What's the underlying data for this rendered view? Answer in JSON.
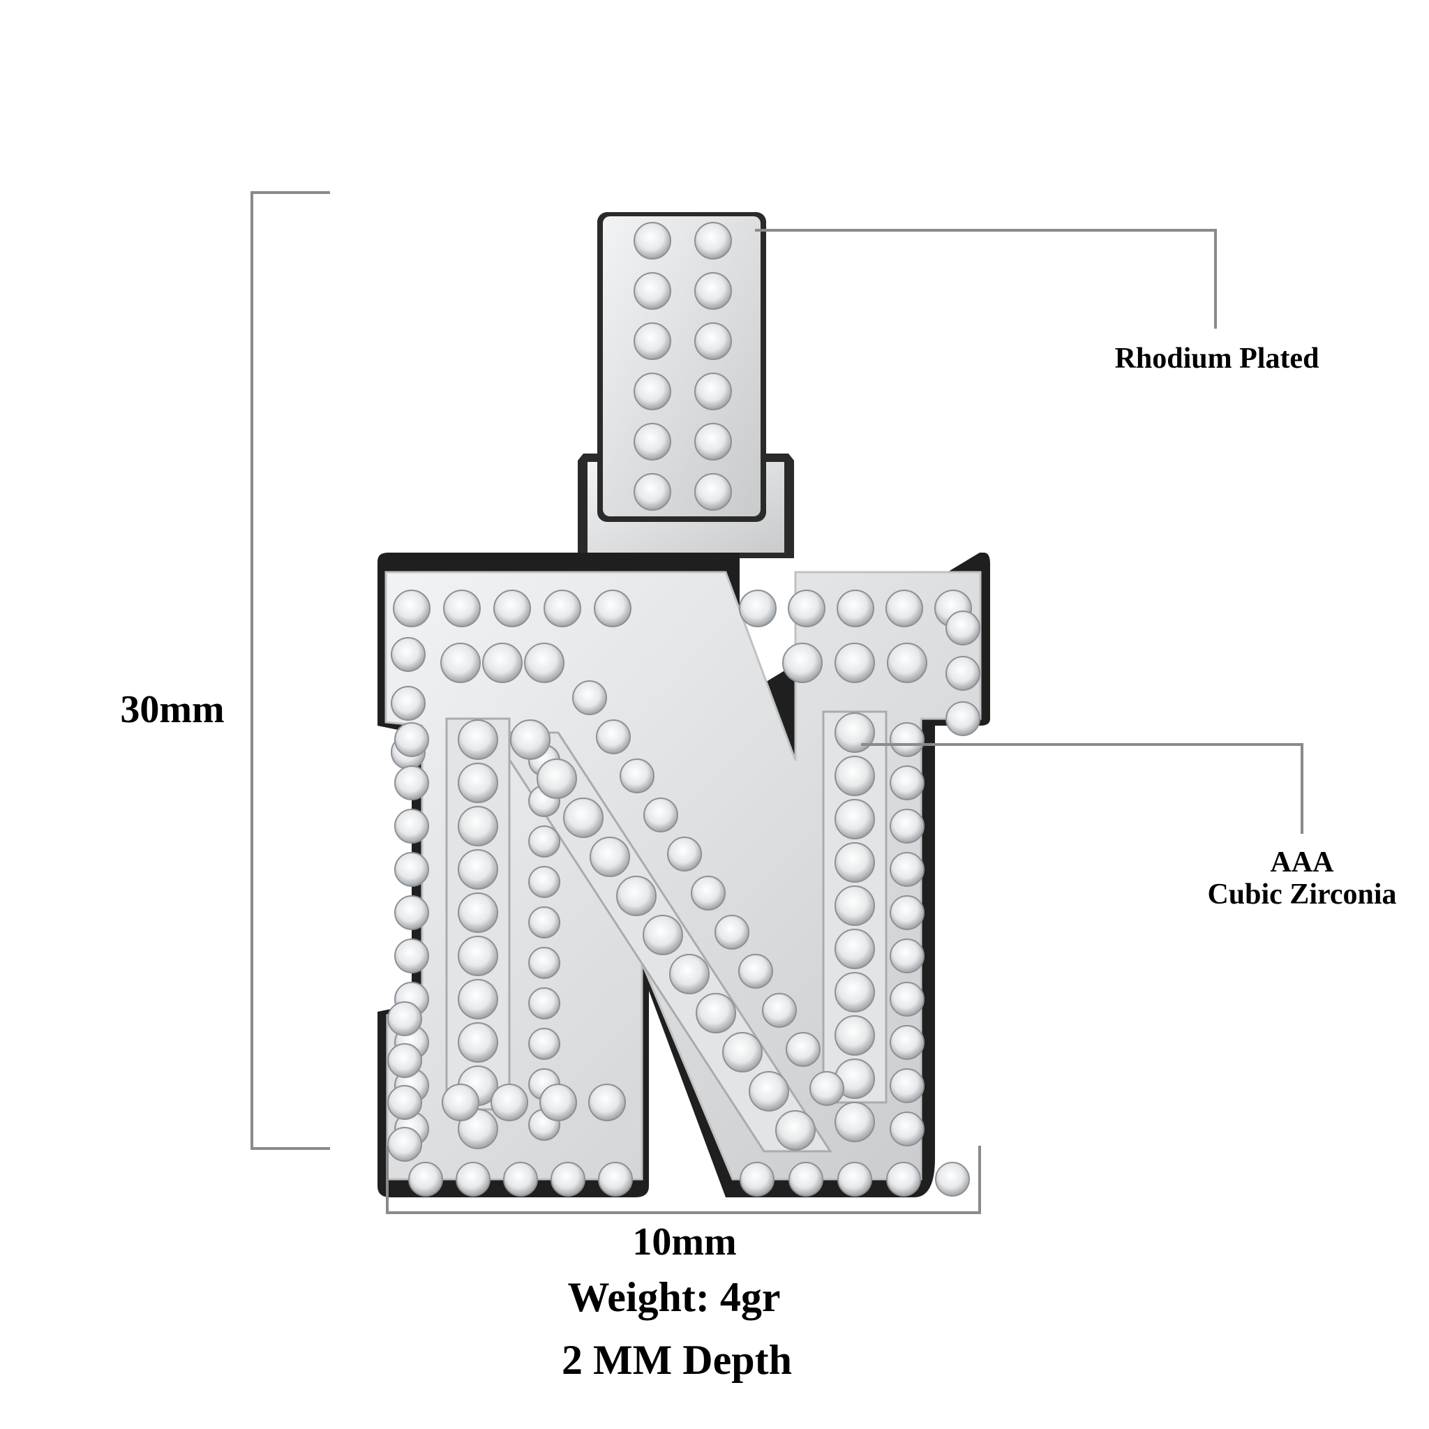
{
  "dimensions": {
    "height": "30mm",
    "width": "10mm"
  },
  "specs": {
    "weight": "Weight: 4gr",
    "depth": "2 MM Depth"
  },
  "callouts": {
    "plating": "Rhodium Plated",
    "stone_grade": "AAA",
    "stone_type": "Cubic Zirconia"
  },
  "product": {
    "letter": "N",
    "icon": "iced-letter-pendant-image"
  },
  "colors": {
    "leader_line": "#8a8a8a",
    "metal": "#d9dadc",
    "metal_dark": "#2a2a2a"
  }
}
